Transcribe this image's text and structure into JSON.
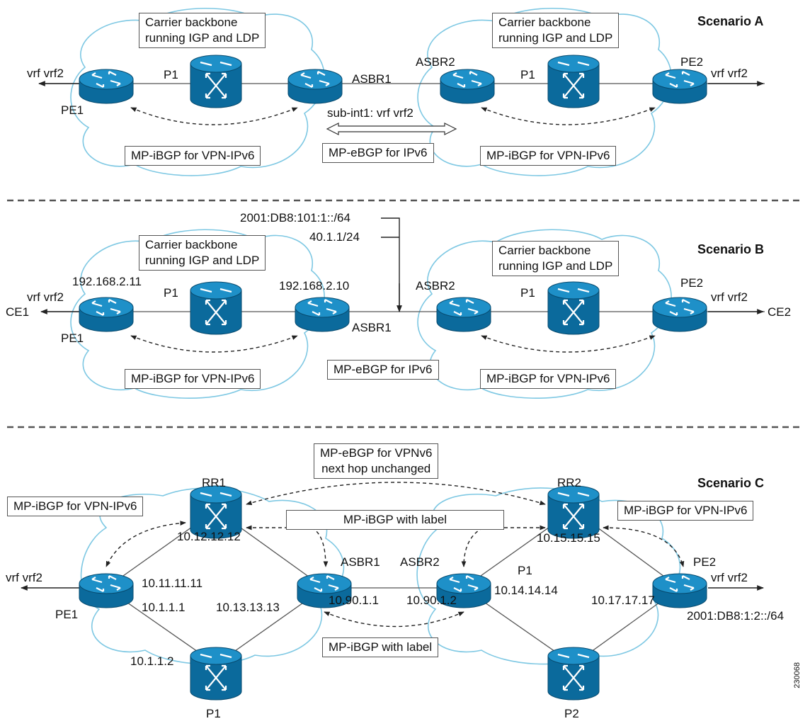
{
  "scenarios": {
    "a": {
      "title": "Scenario A",
      "backbone_left": "Carrier backbone\nrunning IGP and LDP",
      "backbone_right": "Carrier backbone\nrunning IGP and LDP",
      "vrf_left": "vrf vrf2",
      "vrf_right": "vrf vrf2",
      "pe1": "PE1",
      "p1_left": "P1",
      "asbr1": "ASBR1",
      "asbr2": "ASBR2",
      "p1_right": "P1",
      "pe2": "PE2",
      "subint": "sub-int1: vrf vrf2",
      "ibgp_left": "MP-iBGP for VPN-IPv6",
      "ebgp": "MP-eBGP for IPv6",
      "ibgp_right": "MP-iBGP for VPN-IPv6"
    },
    "b": {
      "title": "Scenario B",
      "prefix_v6": "2001:DB8:101:1::/64",
      "prefix_v4": "40.1.1/24",
      "backbone_left": "Carrier backbone\nrunning IGP and LDP",
      "backbone_right": "Carrier backbone\nrunning IGP and LDP",
      "pe1_ip": "192.168.2.11",
      "asbr1_ip": "192.168.2.10",
      "vrf_left": "vrf vrf2",
      "ce1": "CE1",
      "vrf_right": "vrf vrf2",
      "ce2": "CE2",
      "pe1": "PE1",
      "p1_left": "P1",
      "asbr1": "ASBR1",
      "asbr2": "ASBR2",
      "p1_right": "P1",
      "pe2": "PE2",
      "ibgp_left": "MP-iBGP for VPN-IPv6",
      "ebgp": "MP-eBGP for IPv6",
      "ibgp_right": "MP-iBGP for VPN-IPv6"
    },
    "c": {
      "title": "Scenario C",
      "ebgp_vpnv6": "MP-eBGP for VPNv6\nnext hop unchanged",
      "rr1": "RR1",
      "rr2": "RR2",
      "ibgp_left": "MP-iBGP for VPN-IPv6",
      "ibgp_right": "MP-iBGP for VPN-IPv6",
      "ibgp_label_top": "MP-iBGP with label",
      "ibgp_label_bottom": "MP-iBGP with label",
      "rr1_ip": "10.12.12.12",
      "rr2_ip": "10.15.15.15",
      "asbr1": "ASBR1",
      "asbr2": "ASBR2",
      "p1_right": "P1",
      "pe2": "PE2",
      "vrf_left": "vrf vrf2",
      "vrf_right": "vrf vrf2",
      "pe1_ip": "10.11.11.11",
      "p1_ip": "10.14.14.14",
      "pe1": "PE1",
      "pe1_link": "10.1.1.1",
      "asbr1_loop": "10.13.13.13",
      "asbr1_link": "10.90.1.1",
      "asbr2_link": "10.90.1.2",
      "pe2_ip": "10.17.17.17",
      "pe2_prefix": "2001:DB8:1:2::/64",
      "p1_link": "10.1.1.2",
      "p1_bottom": "P1",
      "p2_bottom": "P2"
    }
  },
  "figure_id": "230068",
  "colors": {
    "device": "#1e90c8",
    "device_dark": "#0b6a9c",
    "cloud": "#7ec8e3",
    "separator": "#555555"
  }
}
